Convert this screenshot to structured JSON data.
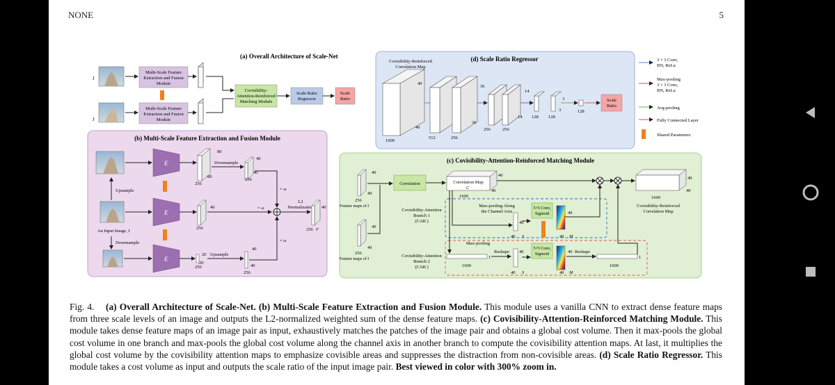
{
  "header": {
    "left": "NONE",
    "right": "5"
  },
  "figure": {
    "a": {
      "title": "(a) Overall Architecture of Scale-Net",
      "img1": "I",
      "img1_sub": "1",
      "img2": "I",
      "img2_sub": "2",
      "msfe": [
        "Multi-Scale Feature",
        "Extraction and Fusion",
        "Module"
      ],
      "carm": [
        "Covisibility-",
        "Attention-Reinforced",
        "Matching Module"
      ],
      "srr": [
        "Scale Ratio",
        "Regressor"
      ],
      "sr": [
        "Scale",
        "Ratio"
      ]
    },
    "d": {
      "title": "(d) Scale Ratio Regressor",
      "corr": [
        "Covisibility-Reinforced",
        "Correlation Map"
      ],
      "n1600": "1600",
      "n40": "40",
      "n512": "512",
      "n256": "256",
      "n36": "36",
      "n14": "14",
      "n128": "128",
      "n3": "3",
      "sr": [
        "Scale",
        "Ratio"
      ]
    },
    "legend": [
      {
        "color": "#4a90d9",
        "text": [
          "3 × 3 Conv,",
          "BN, ReLu"
        ]
      },
      {
        "color": "#a050b0",
        "text": [
          "Max-pooling",
          "3 × 3 Conv,",
          "BN, ReLu"
        ]
      },
      {
        "color": "#5cb85c",
        "text": [
          "Avg-pooling"
        ]
      },
      {
        "color": "#d9534f",
        "text": [
          "Fully Connected Layer"
        ]
      },
      {
        "color": "#f0821e",
        "text": [
          "Shared Parameters"
        ]
      }
    ],
    "b": {
      "title": "(b) Multi-Scale Feature Extraction and Fusion Module",
      "E": "E",
      "upsample": "Upsample",
      "downsample": "Downsample",
      "input": "An Input Image, I",
      "n80": "80",
      "n256": "256",
      "n40": "40",
      "n20": "20",
      "w1": "× ω",
      "l2": [
        "L2",
        "Normalization"
      ],
      "Fo": "F",
      "F": "F"
    },
    "c": {
      "title": "(c) Covisibility-Attention-Reinforced Matching Module",
      "correlation": "Correlation",
      "corrmap": "Correlation Map",
      "c12": "C",
      "fm1": "F",
      "fm1_text": "Feature maps of I",
      "fm2_text": "Feature maps of I",
      "cab1": [
        "Covisibility-Attention",
        "Branch 1",
        "(CAB )"
      ],
      "cab2": [
        "Covisibility-Attention",
        "Branch 2",
        "(CAB )"
      ],
      "maxpool_ch": [
        "Max-pooling Along",
        "the Channel Axis"
      ],
      "conv": [
        "5×5 Conv,",
        "Sigmoid"
      ],
      "maxpool": "Max-pooling",
      "reshape": "Reshape",
      "s1": "S",
      "m1": "M",
      "crcm": [
        "Covisibility-Reinforced",
        "Correlation Map"
      ],
      "n1600": "1600",
      "n40": "40",
      "n256": "256",
      "n1": "1"
    }
  },
  "caption": {
    "fig": "Fig. 4.",
    "a": "(a) Overall Architecture of Scale-Net.",
    "b": "(b) Multi-Scale Feature Extraction and Fusion Module.",
    "b_text": "This module uses a vanilla CNN to extract dense feature maps from three scale levels of an image and outputs the L2-normalized weighted sum of the dense feature maps.",
    "c": "(c) Covisibility-Attention-Reinforced Matching Module.",
    "c_text": "This module takes dense feature maps of an image pair as input, exhaustively matches the patches of the image pair and obtains a global cost volume. Then it max-pools the global cost volume in one branch and max-pools the global cost volume along the channel axis in another branch to compute the covisibility attention maps. At last, it multiplies the global cost volume by the covisibility attention maps to emphasize covisible areas and suppresses the distraction from non-covisible areas.",
    "d": "(d) Scale Ratio Regressor.",
    "d_text": "This module takes a cost volume as input and outputs the scale ratio of the input image pair.",
    "end": "Best viewed in color with 300% zoom in."
  },
  "nav": {
    "back": "back-icon",
    "home": "home-icon",
    "recents": "recents-icon"
  }
}
